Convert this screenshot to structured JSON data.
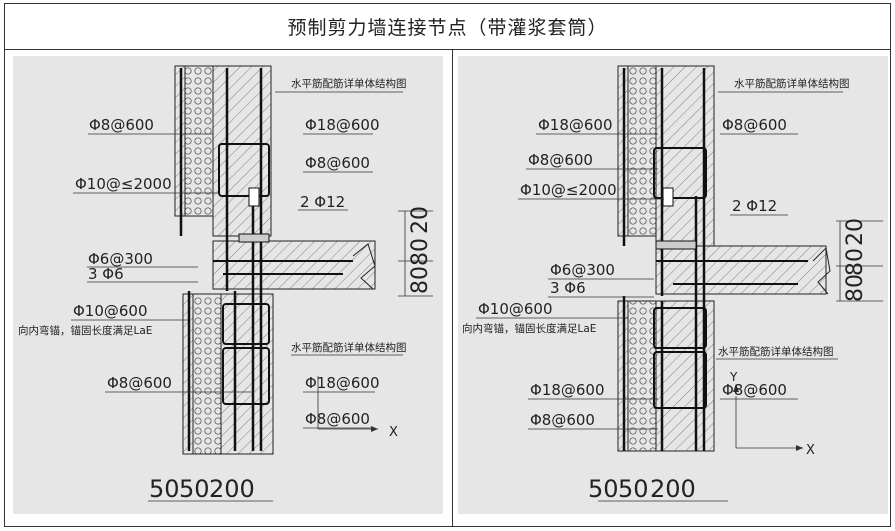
{
  "title": "预制剪力墙连接节点（带灌浆套筒）",
  "left": {
    "labels": {
      "horiz_top": "水平筋配筋详单体结构图",
      "phi8_600_a": "Φ8@600",
      "phi18_600": "Φ18@600",
      "phi8_600_b": "Φ8@600",
      "phi10_2000": "Φ10@≤2000",
      "two_phi12": "2 Φ12",
      "phi6_300": "Φ6@300",
      "three_phi6": "3 Φ6",
      "phi10_600": "Φ10@600",
      "anchor_note": "向内弯锚，锚固长度满足LaE",
      "horiz_bottom": "水平筋配筋详单体结构图",
      "phi8_600_c": "Φ8@600",
      "phi18_600_b": "Φ18@600",
      "phi8_600_d": "Φ8@600",
      "axis_x": "X",
      "dim_20": "20",
      "dim_80a": "80",
      "dim_80b": "80",
      "dim_50a": "50",
      "dim_50b": "50",
      "dim_200": "200"
    }
  },
  "right": {
    "labels": {
      "horiz_top": "水平筋配筋详单体结构图",
      "phi18_600": "Φ18@600",
      "phi8_600_a": "Φ8@600",
      "phi8_600_b": "Φ8@600",
      "phi10_2000": "Φ10@≤2000",
      "two_phi12": "2 Φ12",
      "phi6_300": "Φ6@300",
      "three_phi6": "3 Φ6",
      "phi10_600": "Φ10@600",
      "anchor_note": "向内弯锚，锚固长度满足LaE",
      "horiz_bottom": "水平筋配筋详单体结构图",
      "axis_y": "Y",
      "phi8_600_c": "Φ8@600",
      "phi18_600_b": "Φ18@600",
      "phi8_600_d": "Φ8@600",
      "axis_x": "X",
      "dim_20": "20",
      "dim_80a": "80",
      "dim_80b": "80",
      "dim_50a": "50",
      "dim_50b": "50",
      "dim_200": "200"
    }
  }
}
